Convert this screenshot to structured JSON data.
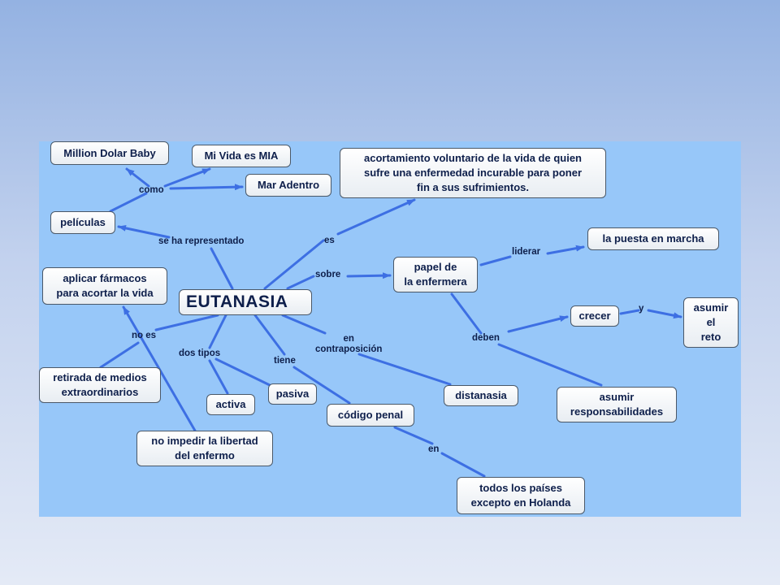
{
  "colors": {
    "link": "#3d6fe3",
    "node_text": "#0e1f4b",
    "panel": "#97c7f9"
  },
  "nodes": {
    "eutanasia": "EUTANASIA",
    "million": "Million Dolar Baby",
    "mivida": "Mi Vida es MIA",
    "maradentro": "Mar Adentro",
    "peliculas": "películas",
    "definicion": "acortamiento voluntario de la vida de quien\nsufre una enfermedad incurable para poner\nfin a sus sufrimientos.",
    "puesta": "la puesta en marcha",
    "papel": "papel de\nla enfermera",
    "aplicar": "aplicar fármacos\npara acortar la vida",
    "crecer": "crecer",
    "asumir_reto": "asumir\nel\nreto",
    "retirada": "retirada de medios\nextraordinarios",
    "distanasia": "distanasia",
    "asumir_resp": "asumir\nresponsabilidades",
    "activa": "activa",
    "pasiva": "pasiva",
    "codigo": "código penal",
    "noimpedir": "no impedir la libertad\ndel enfermo",
    "todos": "todos los países\nexcepto en Holanda"
  },
  "links": {
    "como": "como",
    "se_ha_representado": "se ha representado",
    "es": "es",
    "liderar": "liderar",
    "sobre": "sobre",
    "y": "y",
    "no_es": "no es",
    "deben": "deben",
    "en_contraposicion": "en\ncontraposición",
    "dos_tipos": "dos tipos",
    "tiene": "tiene",
    "en": "en"
  }
}
